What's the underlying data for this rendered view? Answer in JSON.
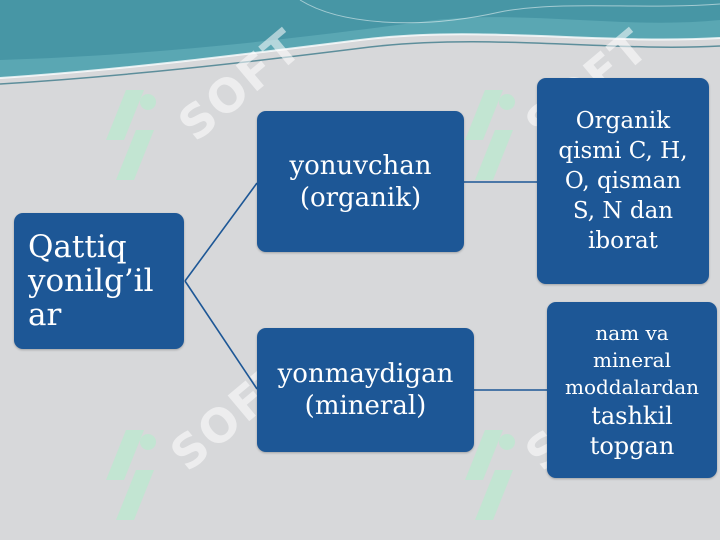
{
  "colors": {
    "node_fill": "#1d5796",
    "node_text": "#ffffff",
    "background": "#d7d8da",
    "connector": "#1d5796",
    "header_teal": "#4fa0ad"
  },
  "watermark": {
    "text": "SOFT",
    "logo_icon": "soft-logo-icon"
  },
  "diagram": {
    "root": {
      "lines": [
        "Qattiq",
        "yonilg’il",
        "ar"
      ]
    },
    "branch_combustible": {
      "lines": [
        "yonuvchan",
        "(organik)"
      ]
    },
    "branch_noncombustible": {
      "lines": [
        "yonmaydigan",
        "(mineral)"
      ]
    },
    "leaf_combustible": {
      "lines": [
        "Organik",
        "qismi C, H,",
        "O, qisman",
        "S, N dan",
        "iborat"
      ]
    },
    "leaf_noncombustible": {
      "lines": [
        "nam va",
        "mineral",
        "moddalardan",
        "tashkil",
        "topgan"
      ]
    }
  }
}
